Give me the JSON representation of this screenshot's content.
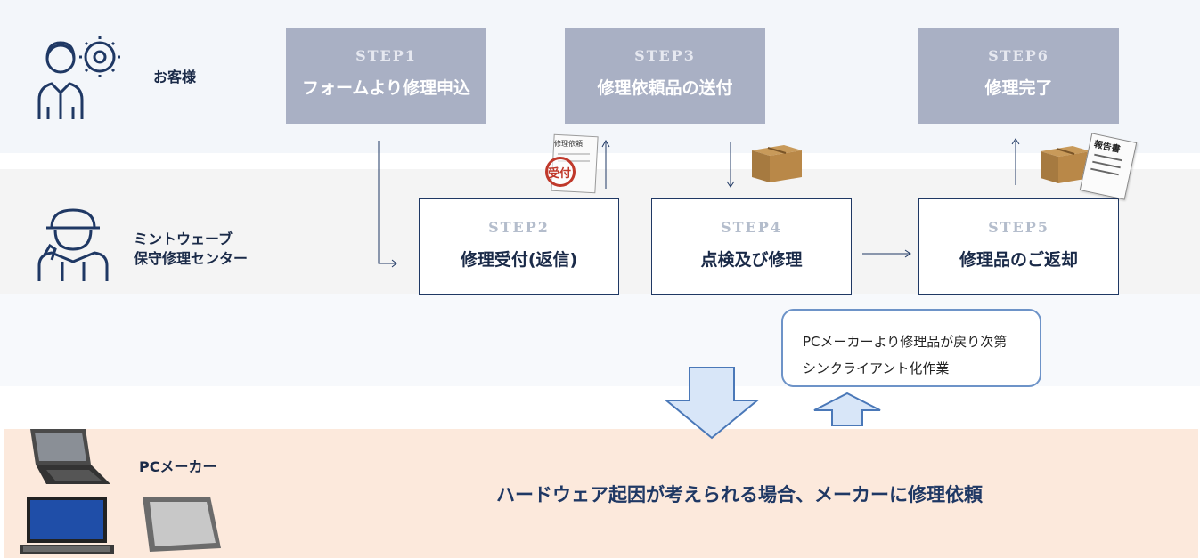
{
  "roles": {
    "customer": "お客様",
    "center_line1": "ミントウェーブ",
    "center_line2": "保守修理センター",
    "maker": "PCメーカー"
  },
  "steps": [
    {
      "no": "STEP1",
      "title": "フォームより修理申込"
    },
    {
      "no": "STEP2",
      "title": "修理受付(返信)"
    },
    {
      "no": "STEP3",
      "title": "修理依頼品の送付"
    },
    {
      "no": "STEP4",
      "title": "点検及び修理"
    },
    {
      "no": "STEP5",
      "title": "修理品のご返却"
    },
    {
      "no": "STEP6",
      "title": "修理完了"
    }
  ],
  "note": {
    "line1": "PCメーカーより修理品が戻り次第",
    "line2": "シンクライアント化作業"
  },
  "maker_message": "ハードウェア起因が考えられる場合、メーカーに修理依頼",
  "stamp": {
    "doc_label": "修理依頼",
    "seal_label": "受付"
  },
  "report_label": "報告書",
  "colors": {
    "navy": "#1f3864",
    "step_grey": "#a9b0c4",
    "note_border": "#6d93c8",
    "maker_band": "#fce9dc",
    "arrow_fill": "#d8e6f8"
  },
  "icons": [
    "customer-person-icon",
    "technician-icon",
    "laptop-icon",
    "desktop-pc-icon",
    "tablet-icon",
    "cardboard-box-icon",
    "report-document-icon",
    "stamped-request-icon"
  ]
}
